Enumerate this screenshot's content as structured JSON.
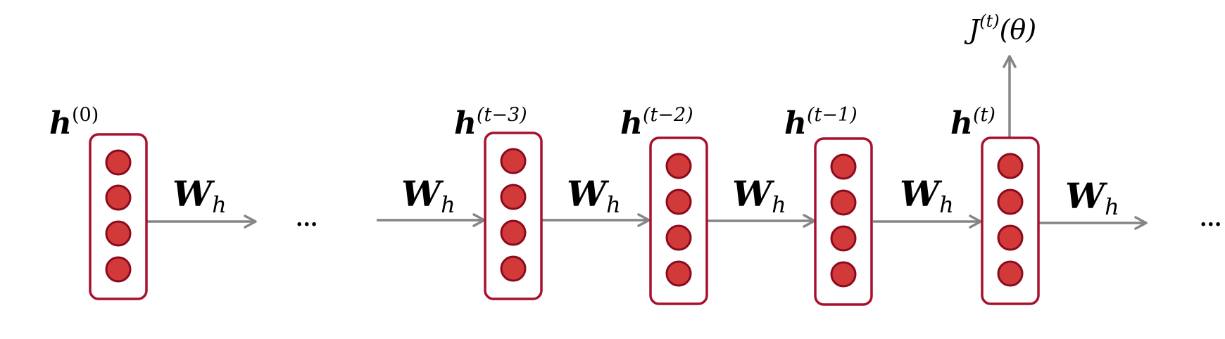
{
  "colors": {
    "background": "#ffffff",
    "box_stroke": "#a8102e",
    "neuron_fill": "#d23a3a",
    "neuron_stroke": "#8a0a1e",
    "arrow": "#858585",
    "text": "#000000"
  },
  "hidden_states": [
    {
      "base": "h",
      "sup": "(0)"
    },
    {
      "base": "h",
      "sup": "(t−3)"
    },
    {
      "base": "h",
      "sup": "(t−2)"
    },
    {
      "base": "h",
      "sup": "(t−1)"
    },
    {
      "base": "h",
      "sup": "(t)"
    }
  ],
  "weight_label": {
    "base": "W",
    "sub": "h"
  },
  "ellipsis": "...",
  "loss": {
    "base": "J",
    "sup": "(t)",
    "arg": "(θ)"
  }
}
